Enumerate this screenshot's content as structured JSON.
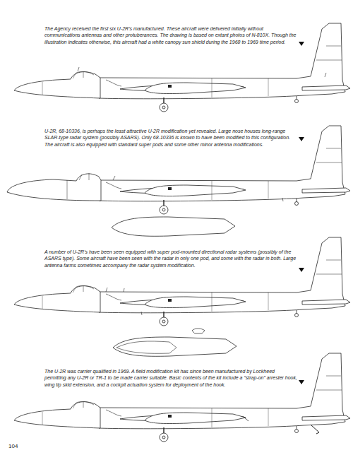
{
  "diagram": {
    "labels": [
      "The Agency received the first six U-2R's manufactured. These aircraft were delivered initially without communications antennas and other protuberances. The drawing is based on extant photos of N-810X. Though the illustration indicates otherwise, this aircraft had a white canopy sun shield during the 1968 to 1969 time period.",
      "U-2R, 68-10336, is perhaps the least attractive U-2R modification yet revealed. Large nose houses long-range SLAR-type radar system (possibly ASARS). Only 68-10336 is known to have been modified to this configuration. The aircraft is also equipped with standard super pods and some other minor antenna modifications.",
      "A number of U-2R's have been seen equipped with super pod-mounted directional radar systems (possibly of the ASARS type). Some aircraft have been seen with the radar in only one pod, and some with the radar in both. Large antenna farms sometimes accompany the radar system modification.",
      "The U-2R was carrier qualified in 1969. A field modification kit has since been manufactured by Lockheed permitting any U-2R or TR-1 to be made carrier suitable. Basic contents of the kit include a “strap-on” arrester hook, wing tip skid extension, and a cockpit actuation system for deployment of the hook.",
      "104"
    ]
  }
}
